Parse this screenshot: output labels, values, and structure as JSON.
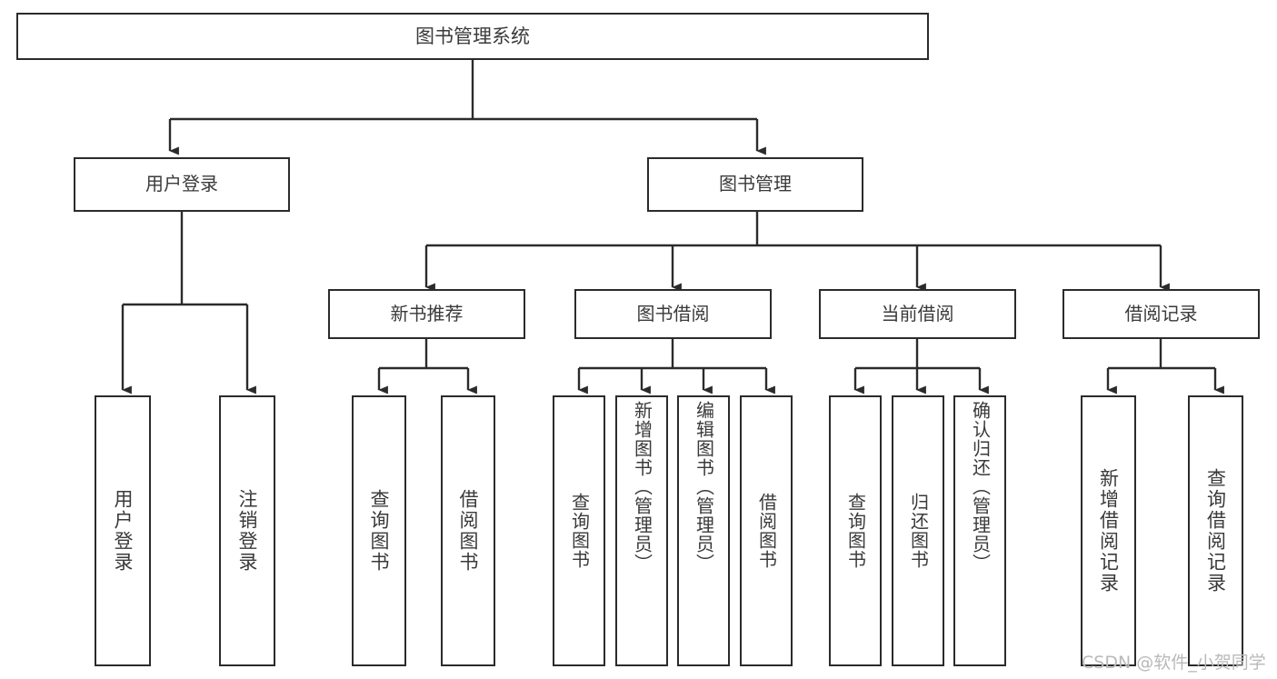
{
  "diagram": {
    "type": "tree",
    "title": "图书管理系统",
    "orientation": "top-down",
    "colors": {
      "border": "#2b2b2b",
      "text": "#3a3a3a",
      "background": "#ffffff",
      "edge": "#2b2b2b",
      "watermark": "#b9b9b9"
    },
    "root": {
      "label": "图书管理系统"
    },
    "level1": [
      {
        "label": "用户登录"
      },
      {
        "label": "图书管理"
      }
    ],
    "level2": [
      {
        "label": "新书推荐"
      },
      {
        "label": "图书借阅"
      },
      {
        "label": "当前借阅"
      },
      {
        "label": "借阅记录"
      }
    ],
    "leaves": {
      "user_login": [
        {
          "label": "用户登录"
        },
        {
          "label": "注销登录"
        }
      ],
      "new_book_recommend": [
        {
          "label": "查询图书"
        },
        {
          "label": "借阅图书"
        }
      ],
      "book_borrow": [
        {
          "label": "查询图书"
        },
        {
          "label": "新增图书（管理员）"
        },
        {
          "label": "编辑图书（管理员）"
        },
        {
          "label": "借阅图书"
        }
      ],
      "current_borrow": [
        {
          "label": "查询图书"
        },
        {
          "label": "归还图书"
        },
        {
          "label": "确认归还（管理员）"
        }
      ],
      "borrow_record": [
        {
          "label": "新增借阅记录"
        },
        {
          "label": "查询借阅记录"
        }
      ]
    }
  },
  "watermark": {
    "text": "CSDN @软件_小贺同学"
  }
}
